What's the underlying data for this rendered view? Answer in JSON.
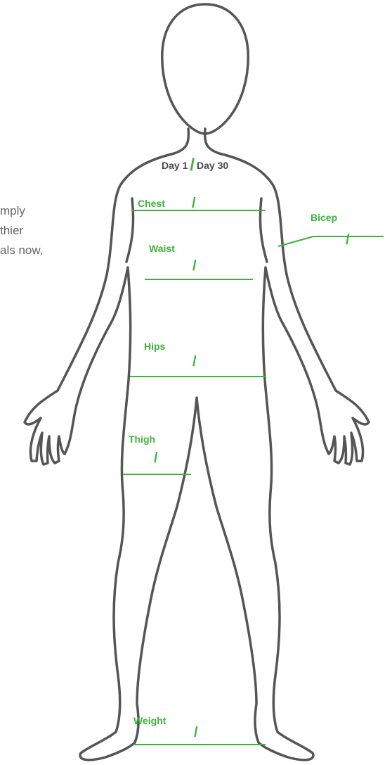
{
  "intro_lines": [
    "mply",
    "thier",
    "als now,"
  ],
  "header": {
    "day1": "Day 1",
    "separator": "/",
    "day30": "Day 30"
  },
  "measurements": {
    "chest": {
      "label": "Chest",
      "slash": "/"
    },
    "waist": {
      "label": "Waist",
      "slash": "/"
    },
    "hips": {
      "label": "Hips",
      "slash": "/"
    },
    "thigh": {
      "label": "Thigh",
      "slash": "/"
    },
    "bicep": {
      "label": "Bicep",
      "slash": "/"
    },
    "weight": {
      "label": "Weight",
      "slash": "/"
    }
  },
  "colors": {
    "accent": "#3db33a",
    "outline": "#555555",
    "text": "#4a4a4a",
    "muted": "#666666"
  }
}
